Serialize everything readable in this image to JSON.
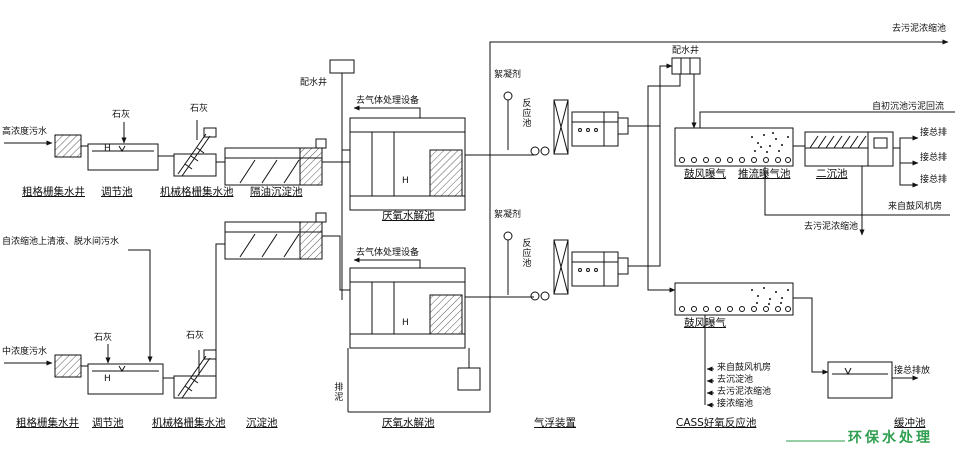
{
  "diagram": {
    "type": "wastewater-treatment-process-flow",
    "accent_line_color": "#111111",
    "watermark": {
      "text": "环保水处理",
      "color": "#2e9e4f"
    },
    "labels": {
      "high_conc_inflow": "高浓度污水",
      "mid_conc_inflow": "中浓度污水",
      "supernatant_inflow": "自浓缩池上清液、脱水间污水",
      "lime": "石灰",
      "coarse_screen_well": "粗格栅集水井",
      "regulating_tank": "调节池",
      "mech_screen_tank": "机械格栅集水池",
      "oil_sep_tank": "隔油沉淀池",
      "sed_tank": "沉淀池",
      "distribution_well": "配水井",
      "to_gas_treatment": "去气体处理设备",
      "anaerobic_tank": "厌氧水解池",
      "level_mark": "H",
      "flocculant": "絮凝剂",
      "reaction_tank": "反应池",
      "air_flotation": "气浮装置",
      "blast_aeration": "鼓风曝气",
      "plug_flow_aeration": "推流曝气池",
      "secondary_clarifier": "二沉池",
      "cass_tank": "CASS好氧反应池",
      "buffer_tank": "缓冲池",
      "to_sludge_thickener": "去污泥浓缩池",
      "sludge_return": "自初沉池污泥回流",
      "to_main_outfall": "接总排",
      "to_main_outfall_discharge": "接总排放",
      "from_blower_room": "来自鼓风机房",
      "to_sed_tank": "去沉淀池",
      "to_thickener_connect": "接浓缩池",
      "sludge_drain": "排泥"
    }
  }
}
